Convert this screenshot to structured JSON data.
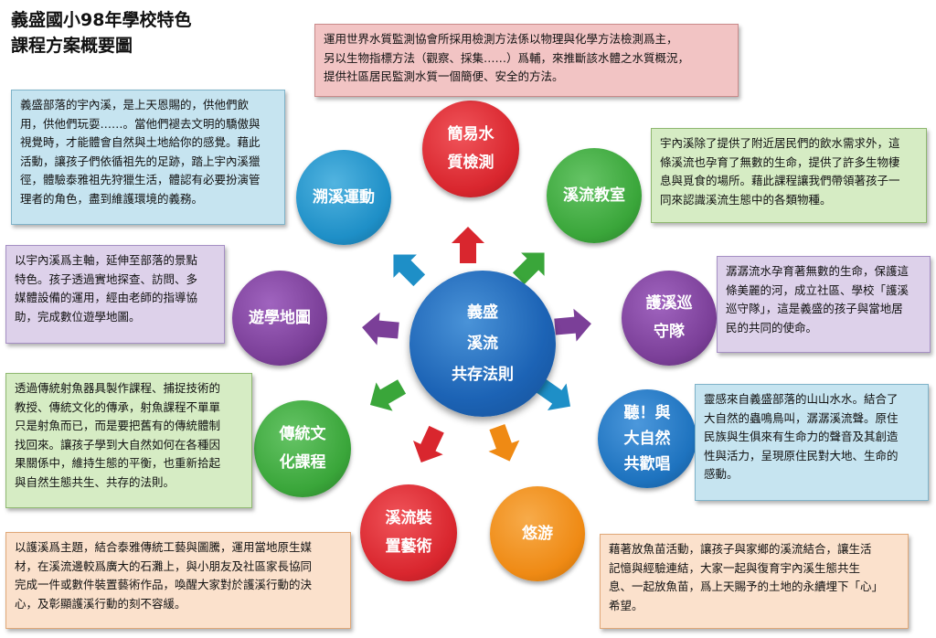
{
  "title": {
    "line1": "義盛國小98年學校特色",
    "line2": "課程方案概要圖"
  },
  "center": {
    "line1": "義盛",
    "line2": "溪流",
    "line3": "共存法則",
    "color": "#1c63b5"
  },
  "nodes": [
    {
      "key": "water",
      "line1": "簡易水",
      "line2": "質檢測",
      "color": "#d9262e"
    },
    {
      "key": "classroom",
      "line1": "溪流教室",
      "line2": "",
      "color": "#3aa63a"
    },
    {
      "key": "patrol",
      "line1": "護溪巡",
      "line2": "守隊",
      "color": "#7b3f98"
    },
    {
      "key": "listen",
      "line1": "聽！與",
      "line2": "大自然",
      "line3": "共歡唱",
      "color": "#1e73bf"
    },
    {
      "key": "leisure",
      "line1": "悠游",
      "line2": "",
      "color": "#ef8a14"
    },
    {
      "key": "art",
      "line1": "溪流裝",
      "line2": "置藝術",
      "color": "#d9262e"
    },
    {
      "key": "culture",
      "line1": "傳統文",
      "line2": "化課程",
      "color": "#3aa63a"
    },
    {
      "key": "map",
      "line1": "遊學地圖",
      "line2": "",
      "color": "#7b3f98"
    },
    {
      "key": "trace",
      "line1": "溯溪運動",
      "line2": "",
      "color": "#1e8fc7"
    }
  ],
  "boxes": {
    "water": {
      "lines": [
        "運用世界水質監測協會所採用檢測方法係以物理與化學方法檢測爲主，",
        "另以生物指標方法（觀察、採集……）爲輔，來推斷該水體之水質概況，",
        "提供社區居民監測水質一個簡便、安全的方法。"
      ],
      "bg": "#f2c4c4",
      "border": "#c98a8a"
    },
    "trace": {
      "lines": [
        "義盛部落的宇內溪，是上天恩賜的，供他們飲",
        "用，供他們玩耍……。當他們褪去文明的驕傲與",
        "視覺時，才能體會自然與土地給你的感覺。藉此",
        "活動，讓孩子們依循祖先的足跡，踏上宇內溪獵",
        "徑，體驗泰雅祖先狩獵生活，體認有必要扮演管",
        "理者的角色，盡到維護環境的義務。"
      ],
      "bg": "#c6e4f0",
      "border": "#7fb3c9"
    },
    "classroom": {
      "lines": [
        "宇內溪除了提供了附近居民們的飲水需求外，這",
        "條溪流也孕育了無數的生命，提供了許多生物棲",
        "息與覓食的場所。藉此課程讓我們帶領著孩子一",
        "同來認識溪流生態中的各類物種。"
      ],
      "bg": "#d6ecc4",
      "border": "#8fb870"
    },
    "map": {
      "lines": [
        "以宇內溪爲主軸，延伸至部落的景點",
        "特色。孩子透過實地探查、訪問、多",
        "媒體設備的運用，經由老師的指導協",
        "助，完成數位遊學地圖。"
      ],
      "bg": "#ddd1ea",
      "border": "#a58fc4"
    },
    "patrol": {
      "lines": [
        "潺潺流水孕育著無數的生命，保護這",
        "條美麗的河，成立社區、學校「護溪",
        "巡守隊」，這是義盛的孩子與當地居",
        "民的共同的使命。"
      ],
      "bg": "#ddd1ea",
      "border": "#a58fc4"
    },
    "culture": {
      "lines": [
        "透過傳統射魚器具製作課程、捕捉技術的",
        "教授、傳統文化的傳承，射魚課程不單單",
        "只是射魚而已，而是要把舊有的傳統體制",
        "找回來。讓孩子學到大自然如何在各種因",
        "果關係中，維持生態的平衡，也重新拾起",
        "與自然生態共生、共存的法則。"
      ],
      "bg": "#d6ecc4",
      "border": "#8fb870"
    },
    "listen": {
      "lines": [
        "靈感來自義盛部落的山山水水。結合了",
        "大自然的蟲鳴鳥叫，潺潺溪流聲。原住",
        "民族與生俱來有生命力的聲音及其創造",
        "性與活力，呈現原住民對大地、生命的",
        "感動。"
      ],
      "bg": "#c6e4f0",
      "border": "#7fb3c9"
    },
    "art": {
      "lines": [
        "以護溪爲主題，結合泰雅傳統工藝與圖騰，運用當地原生媒",
        "材，在溪流邊較爲廣大的石灘上，與小朋友及社區家長協同",
        "完成一件或數件裝置藝術作品，喚醒大家對於護溪行動的決",
        "心，及彰顯護溪行動的刻不容緩。"
      ],
      "bg": "#fbe1cc",
      "border": "#e0a878"
    },
    "leisure": {
      "lines": [
        "藉著放魚苗活動，讓孩子與家鄉的溪流結合，讓生活",
        "記憶與經驗連結，大家一起與復育宇內溪生態共生",
        "息、一起放魚苗，爲上天賜予的土地的永續埋下「心」",
        "希望。"
      ],
      "bg": "#fbe1cc",
      "border": "#e0a878"
    }
  }
}
